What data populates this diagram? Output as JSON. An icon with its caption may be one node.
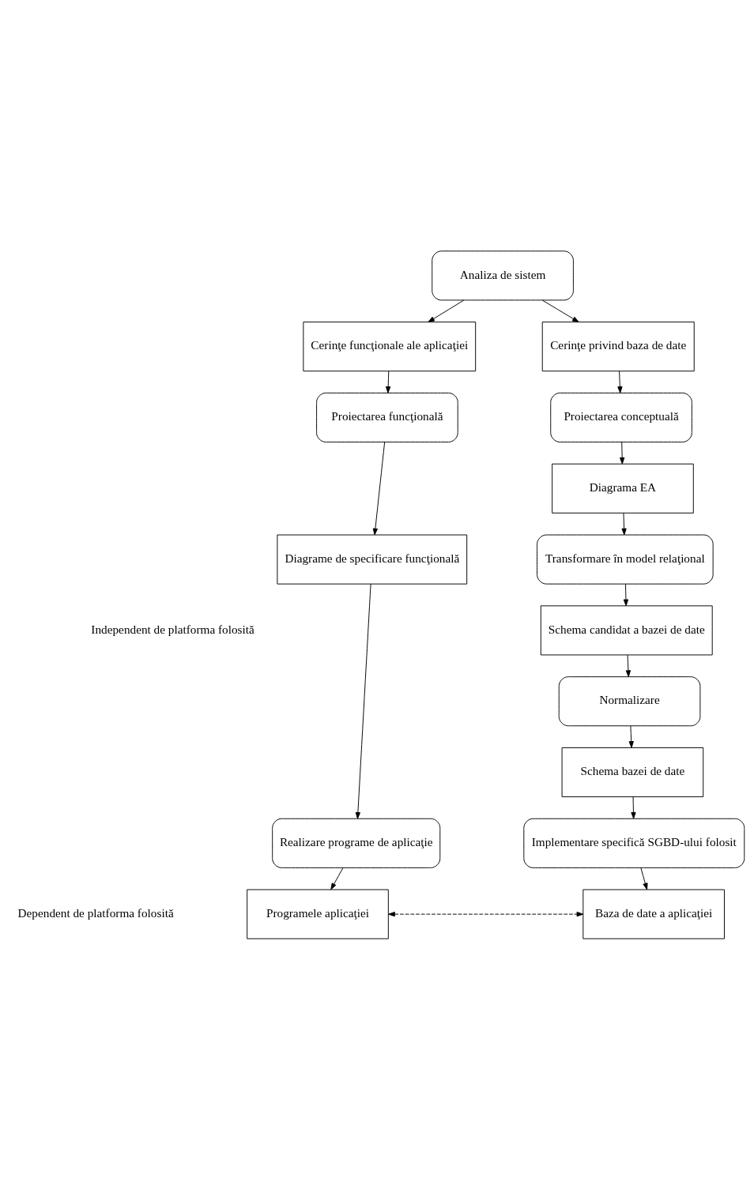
{
  "diagram": {
    "nodes": [
      {
        "text": [
          "Analiza de sistem"
        ]
      },
      {
        "text": [
          "Cerinţe funcţionale ale aplicaţiei"
        ]
      },
      {
        "text": [
          "Cerinţe privind baza de date"
        ]
      },
      {
        "text": [
          "Proiectarea funcţională"
        ]
      },
      {
        "text": [
          "Proiectarea conceptuală"
        ]
      },
      {
        "text": [
          "Diagrame de specificare funcţională"
        ]
      },
      {
        "text": [
          "Diagrama EA"
        ]
      },
      {
        "text": [
          "Transformare în model relaţional"
        ]
      },
      {
        "text": [
          "Schema candidat a bazei de date"
        ]
      },
      {
        "text": [
          "Normalizare"
        ]
      },
      {
        "text": [
          "Schema bazei de date"
        ]
      },
      {
        "text": [
          "Realizare programe de aplicaţie"
        ]
      },
      {
        "text": [
          "Implementare specifică SGBD-ului folosit"
        ]
      },
      {
        "text": [
          "Programele aplicaţiei"
        ]
      },
      {
        "text": [
          "Baza de date a aplicaţiei"
        ]
      }
    ],
    "edges": [
      {
        "from": 0,
        "to": 1,
        "arrow": "to"
      },
      {
        "from": 0,
        "to": 2,
        "arrow": "to"
      },
      {
        "from": 1,
        "to": 3,
        "arrow": "to"
      },
      {
        "from": 2,
        "to": 4,
        "arrow": "to"
      },
      {
        "from": 3,
        "to": 5,
        "arrow": "to"
      },
      {
        "from": 4,
        "to": 6,
        "arrow": "to"
      },
      {
        "from": 6,
        "to": 7,
        "arrow": "to"
      },
      {
        "from": 7,
        "to": 8,
        "arrow": "to"
      },
      {
        "from": 8,
        "to": 9,
        "arrow": "to"
      },
      {
        "from": 9,
        "to": 10,
        "arrow": "to"
      },
      {
        "from": 5,
        "to": 11,
        "arrow": "to"
      },
      {
        "from": 10,
        "to": 12,
        "arrow": "to"
      },
      {
        "from": 11,
        "to": 13,
        "arrow": "to"
      },
      {
        "from": 12,
        "to": 14,
        "arrow": "to"
      },
      {
        "from": 13,
        "to": 14,
        "arrow": "both",
        "style": "dashed"
      }
    ],
    "labels": [
      "Independent de platforma folosită",
      "Dependent de platforma folosită"
    ]
  }
}
